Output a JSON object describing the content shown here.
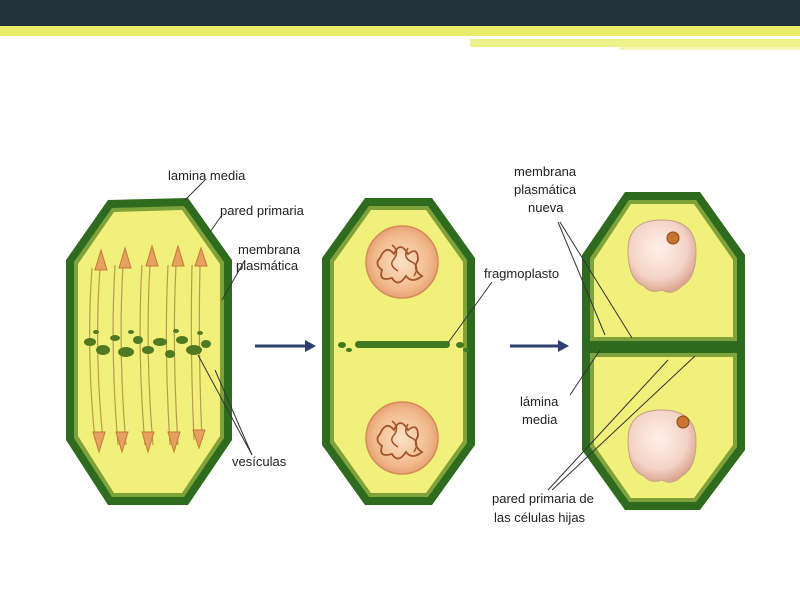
{
  "labels": {
    "cell1": {
      "lamina_media": "lamina media",
      "pared_primaria": "pared primaria",
      "membrana_1": "membrana",
      "membrana_2": "plasmática",
      "vesiculas": "vesículas"
    },
    "cell2": {
      "fragmoplasto": "fragmoplasto"
    },
    "cell3": {
      "membrana_1": "membrana",
      "membrana_2": "plasmática",
      "membrana_3": "nueva",
      "lamina_1": "lámina",
      "lamina_2": "media",
      "pared_1": "pared primaria de",
      "pared_2": "las células hijas"
    }
  },
  "colors": {
    "cell_wall": "#2f6b1f",
    "cell_inner": "#f0f07a",
    "cell_membrane": "#5c8f2a",
    "nucleus": "#f2c49a",
    "arrow": "#2c3f70",
    "top_bar": "#223138",
    "top_stripe": "#e8ec6a"
  }
}
